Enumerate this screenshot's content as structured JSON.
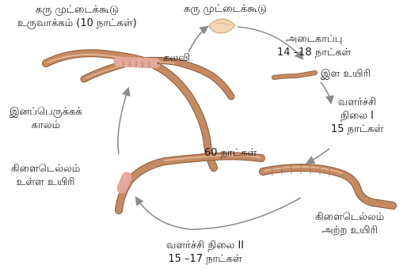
{
  "labels": {
    "cocoon_formation": {
      "line1": "கரு முட்டைக்கூடு",
      "line2": "உருவாக்கம் (10 நாட்கள்)"
    },
    "cocoon": "கரு முட்டைக்கூடு",
    "incubation": {
      "line1": "அடைகாப்பு",
      "line2": "14 –18 நாட்கள்"
    },
    "juvenile": "இள உயிரி",
    "growth_1": {
      "line1": "வளர்ச்சி",
      "line2": "நிலை I",
      "line3": "15 நாட்கள்"
    },
    "breeding_period": {
      "line1": "இனப்பெருக்கக்",
      "line2": "காலம்"
    },
    "mating": "கலவி",
    "sixty_days": "60 நாட்கள்",
    "clitellate": {
      "line1": "கிளைடெல்லம்",
      "line2": "உள்ள உயிரி"
    },
    "non_clitellate": {
      "line1": "கிளைடெல்லம்",
      "line2": "அற்ற உயிரி"
    },
    "growth_2": {
      "line1": "வளர்ச்சி நிலை II",
      "line2": "15 –17 நாட்கள்"
    }
  },
  "colors": {
    "worm_body": "#c48a62",
    "worm_dark": "#8d5a3a",
    "worm_light": "#e2b592",
    "clitellum": "#e3a99c",
    "arrow": "#8c8c8c",
    "text": "#1a1a1a"
  }
}
